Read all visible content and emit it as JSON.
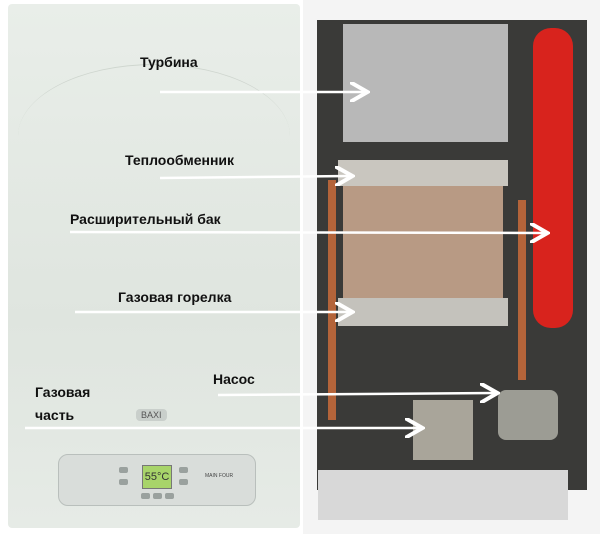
{
  "labels": {
    "turbine": "Турбина",
    "heat_exchanger": "Теплообменник",
    "expansion_tank": "Расширительный бак",
    "gas_burner": "Газовая горелка",
    "pump": "Насос",
    "gas_part_line1": "Газовая",
    "gas_part_line2": "часть"
  },
  "boiler": {
    "brand": "BAXI",
    "model": "MAIN FOUR",
    "display": "55°C"
  }
}
